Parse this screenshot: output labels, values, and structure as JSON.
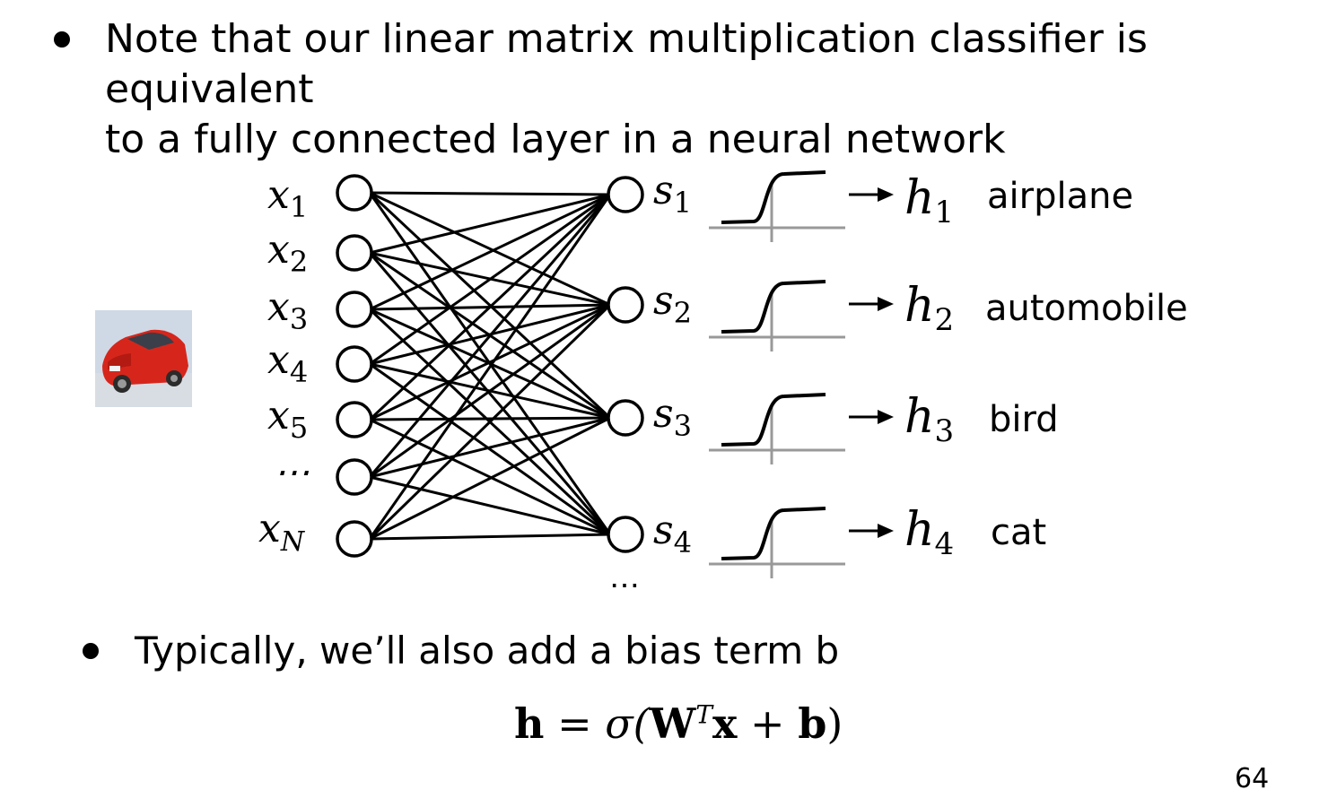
{
  "bullets": {
    "first_line1": "Note that our linear matrix multiplication classifier is equivalent",
    "first_line2": "to a fully connected layer in a neural network",
    "second": "Typically, we’ll also add a bias term b"
  },
  "network": {
    "inputs": [
      {
        "var": "x",
        "sub": "1"
      },
      {
        "var": "x",
        "sub": "2"
      },
      {
        "var": "x",
        "sub": "3"
      },
      {
        "var": "x",
        "sub": "4"
      },
      {
        "var": "x",
        "sub": "5"
      },
      {
        "var": "⋯",
        "sub": ""
      },
      {
        "var": "x",
        "sub": "N"
      }
    ],
    "outputs": [
      {
        "score_var": "s",
        "score_sub": "1",
        "h_var": "h",
        "h_sub": "1",
        "class": "airplane"
      },
      {
        "score_var": "s",
        "score_sub": "2",
        "h_var": "h",
        "h_sub": "2",
        "class": "automobile"
      },
      {
        "score_var": "s",
        "score_sub": "3",
        "h_var": "h",
        "h_sub": "3",
        "class": "bird"
      },
      {
        "score_var": "s",
        "score_sub": "4",
        "h_var": "h",
        "h_sub": "4",
        "class": "cat"
      }
    ],
    "output_ellipsis": "⋯"
  },
  "formula": {
    "lhs": "h",
    "eq": " = ",
    "sigma": "σ(",
    "W": "W",
    "T": "T",
    "x": "x",
    "plus": " + ",
    "b": "b",
    "close": ")"
  },
  "slide_number": "64"
}
